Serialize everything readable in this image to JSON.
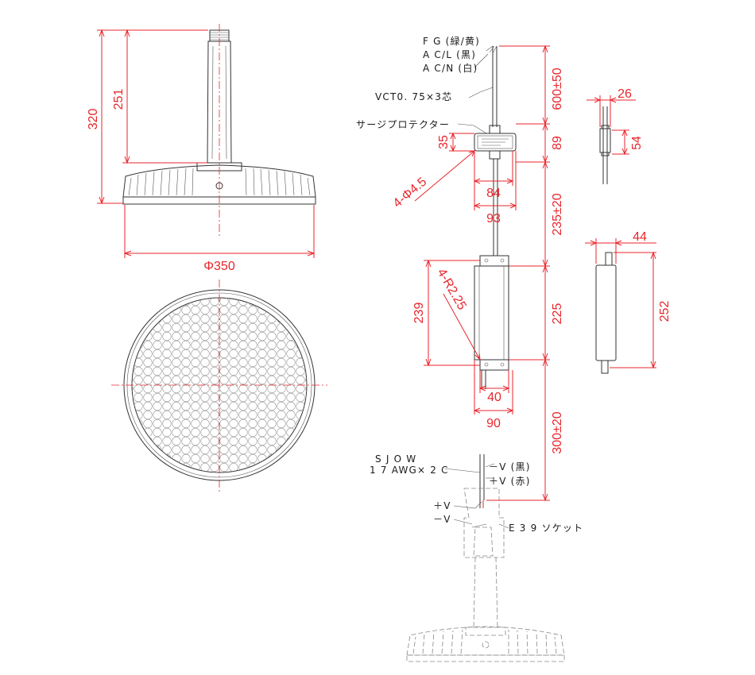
{
  "colors": {
    "dimension": "#e8262c",
    "outline": "#333333",
    "label": "#1a1a1a"
  },
  "fixture_side": {
    "height_total": "320",
    "height_stem": "251",
    "diameter": "Φ350"
  },
  "surge_protector": {
    "wire_fg": "F G (緑/黄)",
    "wire_acl": "A C/L (黒)",
    "wire_acn": "A C/N (白)",
    "cable": "VCT0. 75×3芯",
    "name": "サージプロテクター",
    "hole_dim": "4-Φ4.5",
    "height": "35",
    "width_inner": "84",
    "width_outer": "93",
    "side_width": "26",
    "side_height": "54"
  },
  "vertical_dims": {
    "top_cable": "600±50",
    "protector": "89",
    "mid_cable": "235±20",
    "driver": "225",
    "bottom_cable": "300±20"
  },
  "driver": {
    "corner": "4-R2.25",
    "height_outer": "239",
    "width_inner": "40",
    "width_outer": "90",
    "side_width": "44",
    "side_height": "252"
  },
  "output": {
    "cable_line1": "S J O W",
    "cable_line2": "1 7 AWG× 2 C",
    "neg_wire": "－V (黒)",
    "pos_wire": "＋V (赤)",
    "socket_pos": "＋V",
    "socket_neg": "－V",
    "socket": "E 3 9 ソケット"
  }
}
